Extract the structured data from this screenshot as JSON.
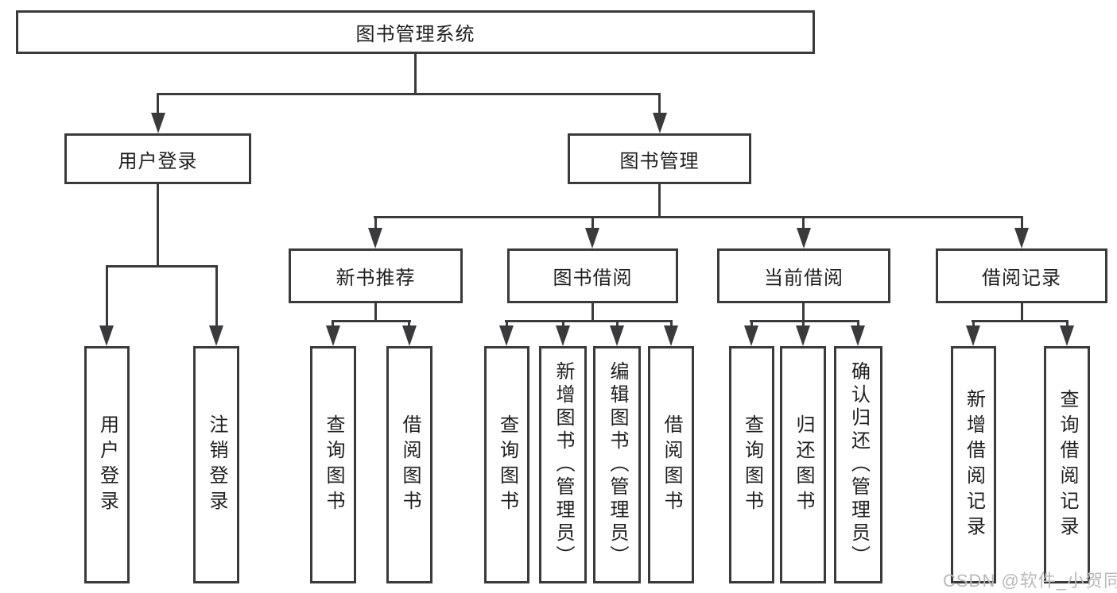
{
  "diagram": {
    "root": {
      "label": "图书管理系统"
    },
    "branches": [
      {
        "label": "用户登录",
        "children": [
          {
            "label": "用户登录"
          },
          {
            "label": "注销登录"
          }
        ]
      },
      {
        "label": "图书管理",
        "children": [
          {
            "label": "新书推荐",
            "children": [
              {
                "label": "查询图书"
              },
              {
                "label": "借阅图书"
              }
            ]
          },
          {
            "label": "图书借阅",
            "children": [
              {
                "label": "查询图书"
              },
              {
                "label": "新增图书（管理员）"
              },
              {
                "label": "编辑图书（管理员）"
              },
              {
                "label": "借阅图书"
              }
            ]
          },
          {
            "label": "当前借阅",
            "children": [
              {
                "label": "查询图书"
              },
              {
                "label": "归还图书"
              },
              {
                "label": "确认归还（管理员）"
              }
            ]
          },
          {
            "label": "借阅记录",
            "children": [
              {
                "label": "新增借阅记录"
              },
              {
                "label": "查询借阅记录"
              }
            ]
          }
        ]
      }
    ]
  },
  "watermark": {
    "text": "CSDN @软件_小贺同学"
  },
  "colors": {
    "line": "#3a3a3c",
    "text": "#1e1e1e",
    "watermark_gray": "#b9b9b9",
    "background": "#ffffff"
  }
}
